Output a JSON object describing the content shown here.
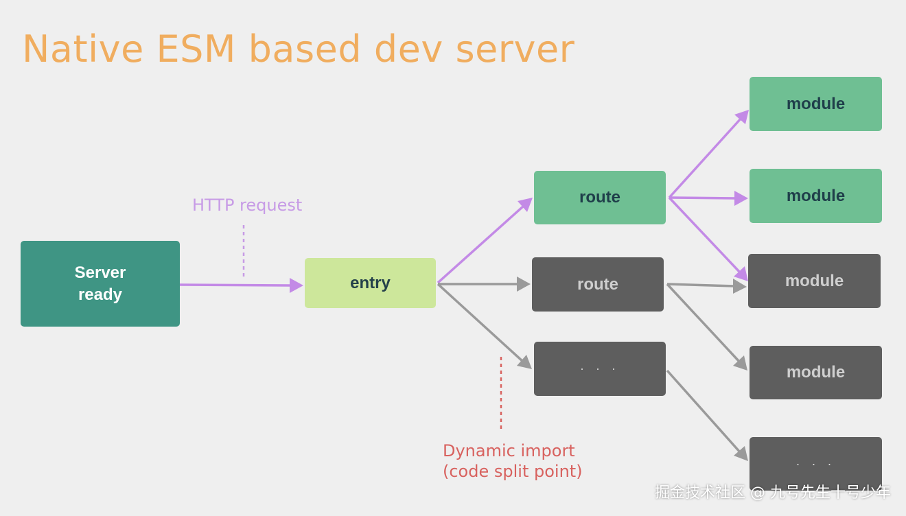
{
  "title": "Native ESM based dev server",
  "labels": {
    "http_request": "HTTP request",
    "dynamic_import_line1": "Dynamic import",
    "dynamic_import_line2": "(code split point)"
  },
  "nodes": {
    "server_ready_line1": "Server",
    "server_ready_line2": "ready",
    "entry": "entry",
    "route_green": "route",
    "route_gray": "route",
    "dots_mid": "· · ·",
    "module_1": "module",
    "module_2": "module",
    "module_3": "module",
    "module_4": "module",
    "dots_right": "· · ·"
  },
  "watermark": "掘金技术社区 @ 九号先生十号少年",
  "colors": {
    "background": "#efefef",
    "title": "#f0ad5f",
    "server_ready": "#3f9584",
    "entry": "#cde79b",
    "active_node": "#6fbf93",
    "inactive_node": "#5e5e5e",
    "active_arrow": "#c38ae6",
    "inactive_arrow": "#9a9a9a",
    "http_label": "#c79be6",
    "dynamic_label": "#d8625f"
  }
}
